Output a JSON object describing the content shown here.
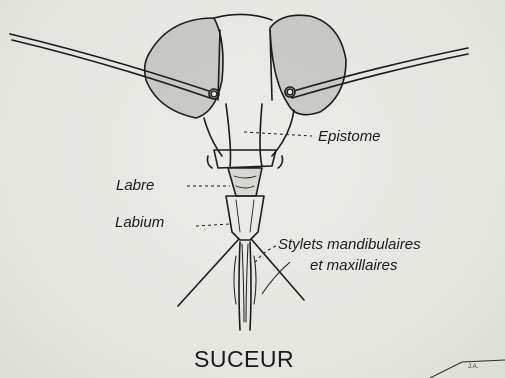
{
  "labels": {
    "epistome": "Epistome",
    "labre": "Labre",
    "labium": "Labium",
    "stylets_line1": "Stylets mandibulaires",
    "stylets_line2": "et maxillaires"
  },
  "caption": "SUCEUR",
  "signature": "J.A.",
  "colors": {
    "ink": "#1c1c1a",
    "paper": "#e7e8e3"
  }
}
